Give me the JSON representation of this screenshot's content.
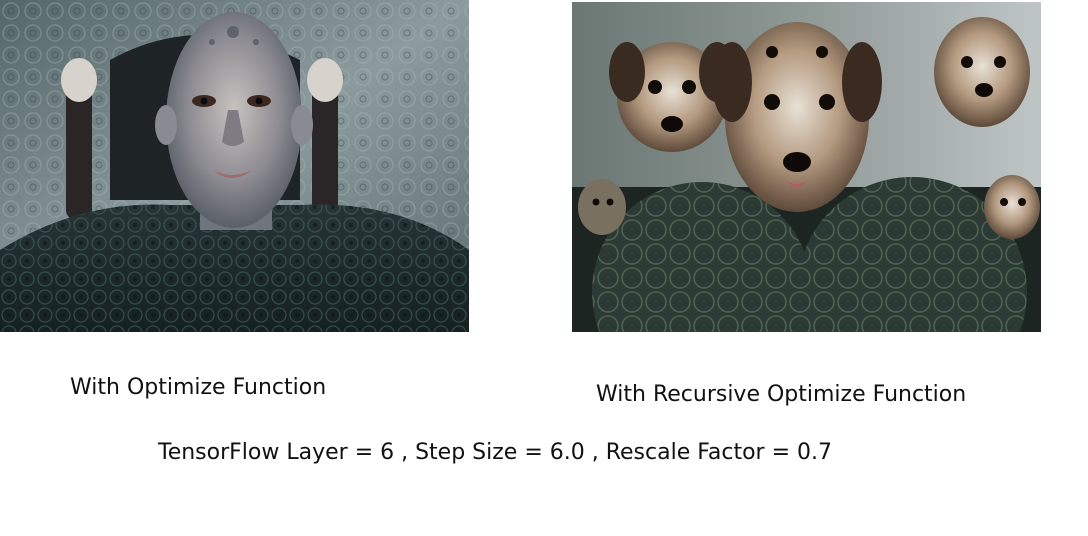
{
  "left_panel": {
    "caption": "With Optimize Function"
  },
  "right_panel": {
    "caption": "With Recursive Optimize Function"
  },
  "parameters_text": "TensorFlow Layer = 6 ,  Step Size =  6.0 , Rescale Factor = 0.7",
  "colors": {
    "background": "#ffffff",
    "text": "#111111",
    "left_image_bg": "#5d6d70",
    "right_image_bg": "#4a5a58"
  }
}
